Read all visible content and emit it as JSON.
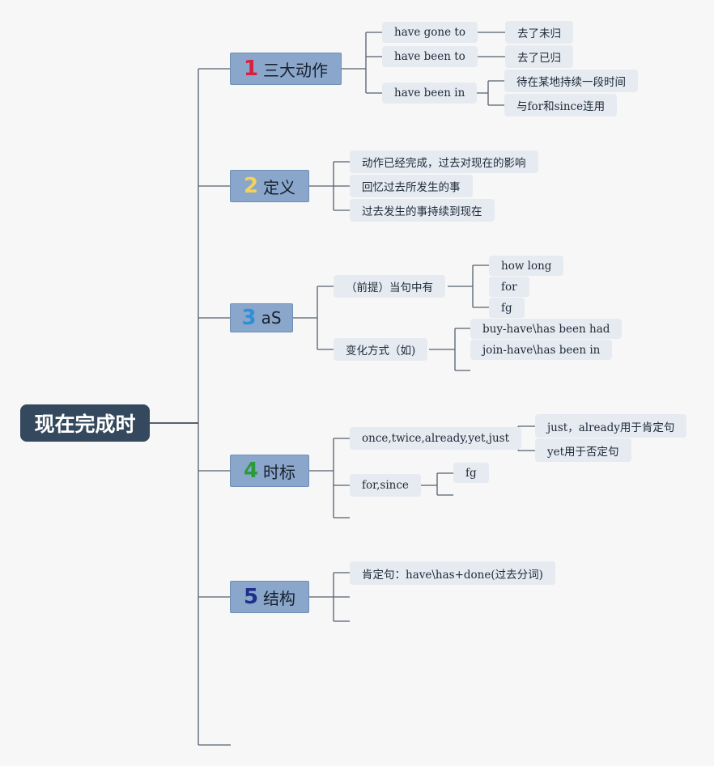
{
  "root": {
    "label": "现在完成时"
  },
  "branches": [
    {
      "num": "1",
      "num_color": "#d6213f",
      "label": "三大动作",
      "children": [
        {
          "label": "have gone to",
          "children": [
            {
              "label": "去了未归"
            }
          ]
        },
        {
          "label": "have been to",
          "children": [
            {
              "label": "去了已归"
            }
          ]
        },
        {
          "label": "have been in",
          "children": [
            {
              "label": "待在某地持续一段时间"
            },
            {
              "label": "与for和since连用"
            }
          ]
        }
      ]
    },
    {
      "num": "2",
      "num_color": "#f2d25a",
      "label": "定义",
      "children": [
        {
          "label": "动作已经完成，过去对现在的影响"
        },
        {
          "label": "回忆过去所发生的事"
        },
        {
          "label": "过去发生的事持续到现在"
        }
      ]
    },
    {
      "num": "3",
      "num_color": "#2f8fd8",
      "label": "aS",
      "children": [
        {
          "label": "（前提）当句中有",
          "children": [
            {
              "label": "how long"
            },
            {
              "label": "for"
            },
            {
              "label": "fg"
            }
          ]
        },
        {
          "label": "变化方式（如)",
          "children": [
            {
              "label": "buy-have\\has been had"
            },
            {
              "label": "join-have\\has been in"
            }
          ]
        }
      ]
    },
    {
      "num": "4",
      "num_color": "#2b9a3a",
      "label": "时标",
      "children": [
        {
          "label": "once,twice,already,yet,just",
          "children": [
            {
              "label": "just，already用于肯定句"
            },
            {
              "label": "yet用于否定句"
            }
          ]
        },
        {
          "label": "for,since",
          "children": [
            {
              "label": "fg"
            }
          ]
        }
      ]
    },
    {
      "num": "5",
      "num_color": "#1f2f8a",
      "label": "结构",
      "children": [
        {
          "label": "肯定句：have\\has+done(过去分词)"
        }
      ]
    }
  ],
  "colors": {
    "line": "#55606e",
    "main_fill": "#8aa6cb",
    "root_fill": "#34485e",
    "box_fill": "#e6eaf1"
  }
}
